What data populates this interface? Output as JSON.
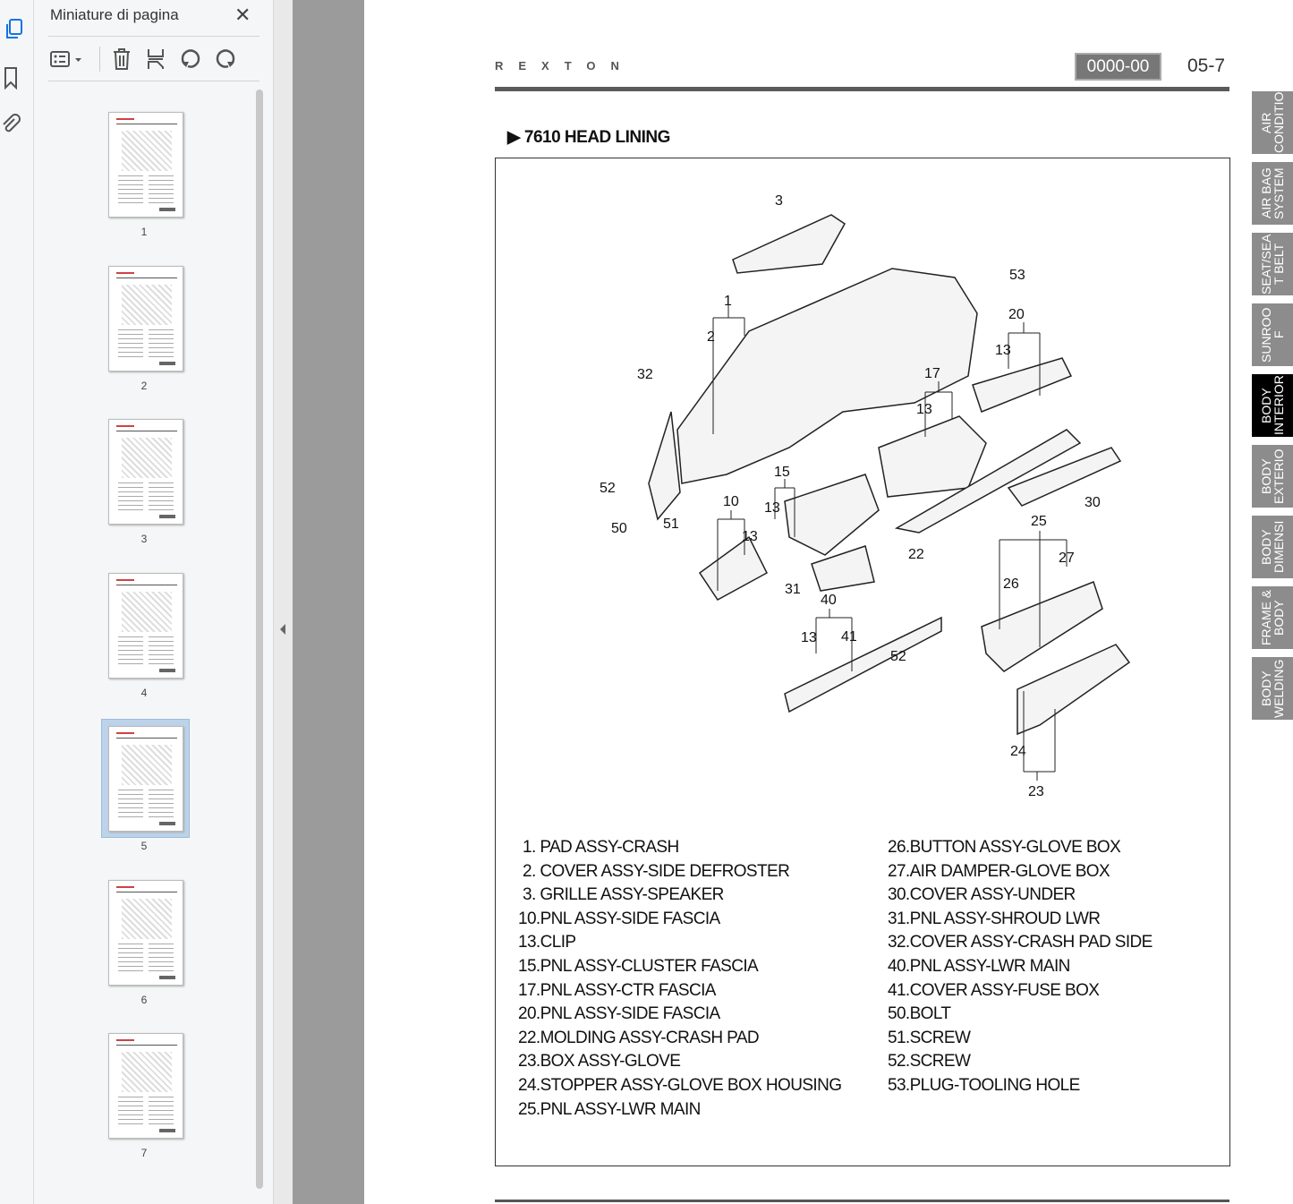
{
  "sidebar": {
    "title": "Miniature di pagina",
    "close": "✕",
    "thumbnails": [
      "1",
      "2",
      "3",
      "4",
      "5",
      "6",
      "7"
    ],
    "selected_page": "5"
  },
  "document": {
    "brand": "REXTON",
    "section_code": "0000-00",
    "page_number": "05-7",
    "heading": "▶ 7610 HEAD LINING",
    "callouts": [
      "3",
      "53",
      "1",
      "2",
      "20",
      "13",
      "32",
      "17",
      "13",
      "15",
      "13",
      "52",
      "10",
      "13",
      "50",
      "51",
      "30",
      "25",
      "22",
      "27",
      "26",
      "31",
      "40",
      "13",
      "41",
      "52",
      "24",
      "23"
    ],
    "legend_left": [
      "1. PAD ASSY-CRASH",
      "2. COVER ASSY-SIDE DEFROSTER",
      "3. GRILLE ASSY-SPEAKER",
      "10.PNL ASSY-SIDE FASCIA",
      "13.CLIP",
      "15.PNL ASSY-CLUSTER FASCIA",
      "17.PNL ASSY-CTR FASCIA",
      "20.PNL ASSY-SIDE FASCIA",
      "22.MOLDING ASSY-CRASH PAD",
      "23.BOX ASSY-GLOVE",
      "24.STOPPER ASSY-GLOVE BOX HOUSING",
      "25.PNL ASSY-LWR MAIN"
    ],
    "legend_right": [
      "26.BUTTON ASSY-GLOVE BOX",
      "27.AIR DAMPER-GLOVE BOX",
      "30.COVER ASSY-UNDER",
      "31.PNL ASSY-SHROUD LWR",
      "32.COVER ASSY-CRASH PAD SIDE",
      "40.PNL ASSY-LWR MAIN",
      "41.COVER ASSY-FUSE BOX",
      "50.BOLT",
      "51.SCREW",
      "52.SCREW",
      "53.PLUG-TOOLING HOLE"
    ],
    "side_tabs": [
      {
        "label": "AIR CONDITIO",
        "active": false
      },
      {
        "label": "AIR BAG SYSTEM",
        "active": false
      },
      {
        "label": "SEAT/SEA T BELT",
        "active": false
      },
      {
        "label": "SUNROO F",
        "active": false
      },
      {
        "label": "BODY INTERIOR",
        "active": true
      },
      {
        "label": "BODY EXTERIO",
        "active": false
      },
      {
        "label": "BODY DIMENSI",
        "active": false
      },
      {
        "label": "FRAME & BODY",
        "active": false
      },
      {
        "label": "BODY WELDING",
        "active": false
      }
    ]
  }
}
